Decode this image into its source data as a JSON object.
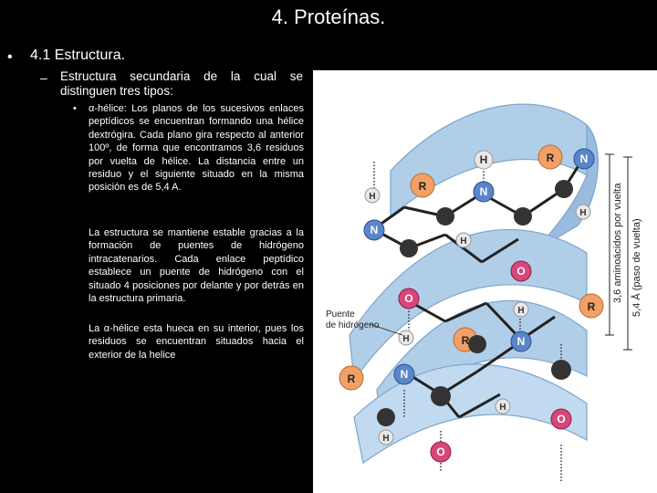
{
  "slide": {
    "title": "4. Proteínas.",
    "section": "4.1 Estructura.",
    "subheading": "Estructura secundaria de la cual se distinguen tres tipos:",
    "paragraphs": [
      "α-hélice: Los planos de los sucesivos enlaces peptídicos se encuentran formando una hélice dextrógira. Cada plano gira respecto al anterior 100º, de forma que encontramos 3,6 residuos por vuelta de hélice. La distancia entre un residuo y el siguiente situado en la misma posición es de 5,4 A.",
      "La estructura se mantiene estable gracias a la formación de puentes de hidrógeno intracatenarios. Cada enlace peptídico establece un puente de hidrógeno con el situado 4 posiciones por delante y por detrás en la estructura primaria.",
      "La α-hélice esta hueca en su interior, pues los residuos se encuentran situados hacia el exterior de la helice"
    ]
  },
  "figure": {
    "vertical_label_1": "3,6 aminoácidos por vuelta",
    "vertical_label_2": "5,4 Å (paso de vuelta)",
    "bridge_label_line1": "Puente",
    "bridge_label_line2": "de hidrógeno",
    "atom_labels": {
      "r": "R",
      "n": "N",
      "h": "H",
      "o": "O"
    },
    "colors": {
      "ribbon": "#a9c9e6",
      "ribbon_edge": "#6f9bc7",
      "r_atom": "#f2a066",
      "n_atom": "#5a86c9",
      "o_atom": "#d8467a",
      "c_atom": "#333333",
      "h_atom": "#e8e8e8"
    }
  }
}
